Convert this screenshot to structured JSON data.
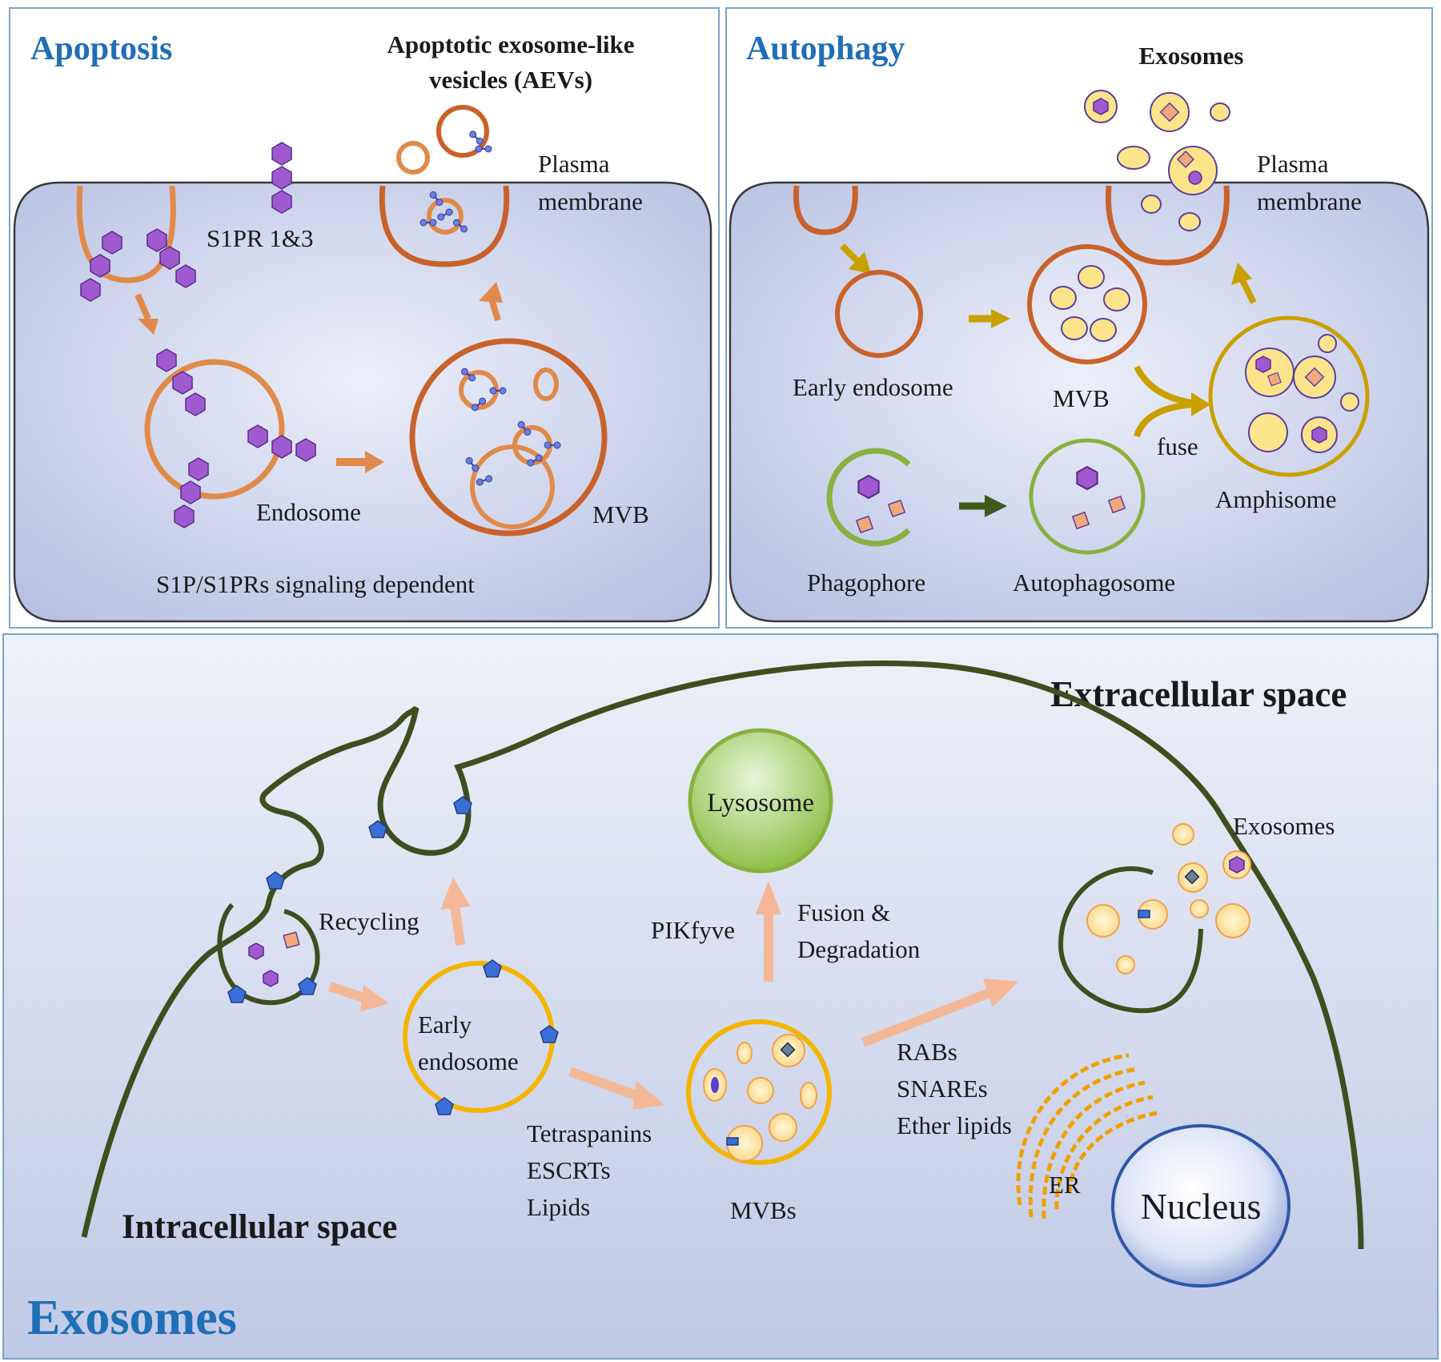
{
  "apoptosis": {
    "title": "Apoptosis",
    "aev_title_line1": "Apoptotic exosome-like",
    "aev_title_line2": "vesicles (AEVs)",
    "plasma_line1": "Plasma",
    "plasma_line2": "membrane",
    "s1pr": "S1PR 1&3",
    "endosome": "Endosome",
    "mvb": "MVB",
    "signaling": "S1P/S1PRs signaling  dependent"
  },
  "autophagy": {
    "title": "Autophagy",
    "exosomes": "Exosomes",
    "plasma_line1": "Plasma",
    "plasma_line2": "membrane",
    "early_endosome": "Early endosome",
    "mvb": "MVB",
    "fuse": "fuse",
    "amphisome": "Amphisome",
    "phagophore": "Phagophore",
    "autophagosome": "Autophagosome"
  },
  "exosomes_panel": {
    "title": "Exosomes",
    "extracellular": "Extracellular space",
    "intracellular": "Intracellular space",
    "lysosome": "Lysosome",
    "recycling": "Recycling",
    "pikfyve": "PIKfyve",
    "fusion_line1": "Fusion &",
    "fusion_line2": "Degradation",
    "early_line1": "Early",
    "early_line2": "endosome",
    "tetraspanins": "Tetraspanins",
    "escrts": "ESCRTs",
    "lipids": "Lipids",
    "mvbs": "MVBs",
    "rabs": "RABs",
    "snares": "SNAREs",
    "ether_lipids": "Ether lipids",
    "exosomes_label": "Exosomes",
    "er": "ER",
    "nucleus": "Nucleus"
  },
  "colors": {
    "panel_title_blue": "#1f6fb5",
    "membrane_orange": "#c9622a",
    "arrow_orange": "#e08a4a",
    "arrow_olive": "#c9a000",
    "arrow_green": "#3f5a1a",
    "hexagon_purple": "#a05ad0",
    "cell_outline_green": "#3d4f1e",
    "ring_yellow": "#f4b400",
    "light_arrow": "#f4b896"
  }
}
